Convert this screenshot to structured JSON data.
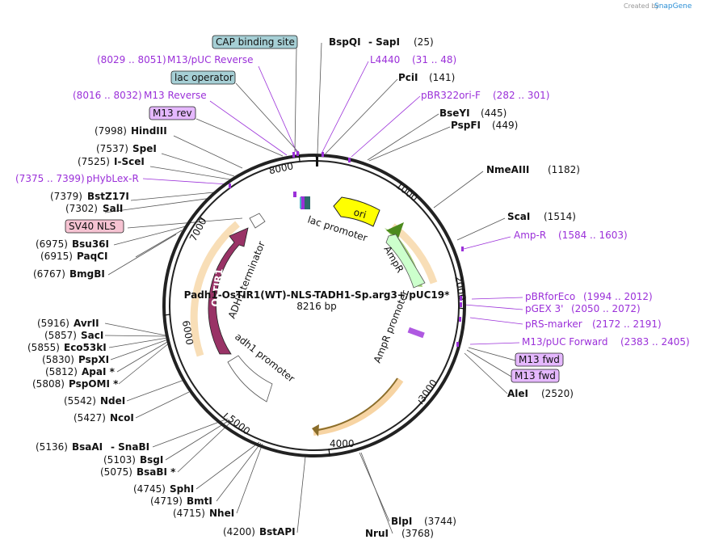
{
  "credit": {
    "prefix": "Created by",
    "brand": "SnapGene"
  },
  "plasmid": {
    "name": "Padh1-OsTIR1(WT)-NLS-TADH1-Sp.arg3+/pUC19*",
    "size": "8216 bp"
  },
  "ticks": [
    "1000",
    "2000",
    "3000",
    "4000",
    "5000",
    "6000",
    "7000",
    "8000"
  ],
  "features": [
    {
      "label": "ori"
    },
    {
      "label": "AmpR"
    },
    {
      "label": "AmpR promoter"
    },
    {
      "label": "lac promoter"
    },
    {
      "label": "ADH1 terminator"
    },
    {
      "label": "OsTIR1"
    },
    {
      "label": "adh1 promoter"
    }
  ],
  "left_labels": [
    {
      "name": "CAP binding site",
      "range": "",
      "style": "box-blue"
    },
    {
      "name": "M13/pUC Reverse",
      "range": "(8029 .. 8051)",
      "style": "purple"
    },
    {
      "name": "lac operator",
      "range": "",
      "style": "box-blue"
    },
    {
      "name": "M13 Reverse",
      "range": "(8016 .. 8032)",
      "style": "purple"
    },
    {
      "name": "M13 rev",
      "range": "",
      "style": "box-purple"
    },
    {
      "name": "HindIII",
      "range": "(7998)",
      "style": "enzyme"
    },
    {
      "name": "SpeI",
      "range": "(7537)",
      "style": "enzyme"
    },
    {
      "name": "I-SceI",
      "range": "(7525)",
      "style": "enzyme"
    },
    {
      "name": "pHybLex-R",
      "range": "(7375 .. 7399)",
      "style": "purple"
    },
    {
      "name": "BstZ17I",
      "range": "(7379)",
      "style": "enzyme"
    },
    {
      "name": "SalI",
      "range": "(7302)",
      "style": "enzyme"
    },
    {
      "name": "SV40 NLS",
      "range": "",
      "style": "box-pink"
    },
    {
      "name": "Bsu36I",
      "range": "(6975)",
      "style": "enzyme"
    },
    {
      "name": "PaqCI",
      "range": "(6915)",
      "style": "enzyme"
    },
    {
      "name": "BmgBI",
      "range": "(6767)",
      "style": "enzyme"
    },
    {
      "name": "AvrII",
      "range": "(5916)",
      "style": "enzyme"
    },
    {
      "name": "SacI",
      "range": "(5857)",
      "style": "enzyme"
    },
    {
      "name": "Eco53kI",
      "range": "(5855)",
      "style": "enzyme"
    },
    {
      "name": "PspXI",
      "range": "(5830)",
      "style": "enzyme"
    },
    {
      "name": "ApaI *",
      "range": "(5812)",
      "style": "enzyme"
    },
    {
      "name": "PspOMI *",
      "range": "(5808)",
      "style": "enzyme"
    },
    {
      "name": "NdeI",
      "range": "(5542)",
      "style": "enzyme"
    },
    {
      "name": "NcoI",
      "range": "(5427)",
      "style": "enzyme"
    },
    {
      "name": "BsaAI",
      "suffix": "- SnaBI",
      "range": "(5136)",
      "style": "enzyme"
    },
    {
      "name": "BsgI",
      "range": "(5103)",
      "style": "enzyme"
    },
    {
      "name": "BsaBI *",
      "range": "(5075)",
      "style": "enzyme"
    },
    {
      "name": "SphI",
      "range": "(4745)",
      "style": "enzyme"
    },
    {
      "name": "BmtI",
      "range": "(4719)",
      "style": "enzyme"
    },
    {
      "name": "NheI",
      "range": "(4715)",
      "style": "enzyme"
    },
    {
      "name": "BstAPI",
      "range": "(4200)",
      "style": "enzyme"
    }
  ],
  "right_labels": [
    {
      "name": "BspQI",
      "suffix": "- SapI",
      "range": "(25)",
      "style": "enzyme"
    },
    {
      "name": "L4440",
      "range": "(31 .. 48)",
      "style": "purple"
    },
    {
      "name": "PciI",
      "range": "(141)",
      "style": "enzyme"
    },
    {
      "name": "pBR322ori-F",
      "range": "(282 .. 301)",
      "style": "purple"
    },
    {
      "name": "BseYI",
      "range": "(445)",
      "style": "enzyme"
    },
    {
      "name": "PspFI",
      "range": "(449)",
      "style": "enzyme"
    },
    {
      "name": "NmeAIII",
      "range": "(1182)",
      "style": "enzyme"
    },
    {
      "name": "ScaI",
      "range": "(1514)",
      "style": "enzyme"
    },
    {
      "name": "Amp-R",
      "range": "(1584 .. 1603)",
      "style": "purple"
    },
    {
      "name": "pBRforEco",
      "range": "(1994 .. 2012)",
      "style": "purple"
    },
    {
      "name": "pGEX 3'",
      "range": "(2050 .. 2072)",
      "style": "purple"
    },
    {
      "name": "pRS-marker",
      "range": "(2172 .. 2191)",
      "style": "purple"
    },
    {
      "name": "M13/pUC Forward",
      "range": "(2383 .. 2405)",
      "style": "purple"
    },
    {
      "name": "M13 fwd",
      "range": "",
      "style": "box-purple"
    },
    {
      "name": "M13 fwd",
      "range": "",
      "style": "box-purple"
    },
    {
      "name": "AleI",
      "range": "(2520)",
      "style": "enzyme"
    },
    {
      "name": "BlpI",
      "range": "(3744)",
      "style": "enzyme"
    },
    {
      "name": "NruI",
      "range": "(3768)",
      "style": "enzyme"
    }
  ],
  "colors": {
    "ori": "#ffff00",
    "amp": "#ccffcc",
    "ostir": "#993366",
    "box_blue": "#a6cfd5",
    "box_purple": "#e5b8ff",
    "box_pink": "#f6c3d2",
    "purple_text": "#9b30d9"
  }
}
